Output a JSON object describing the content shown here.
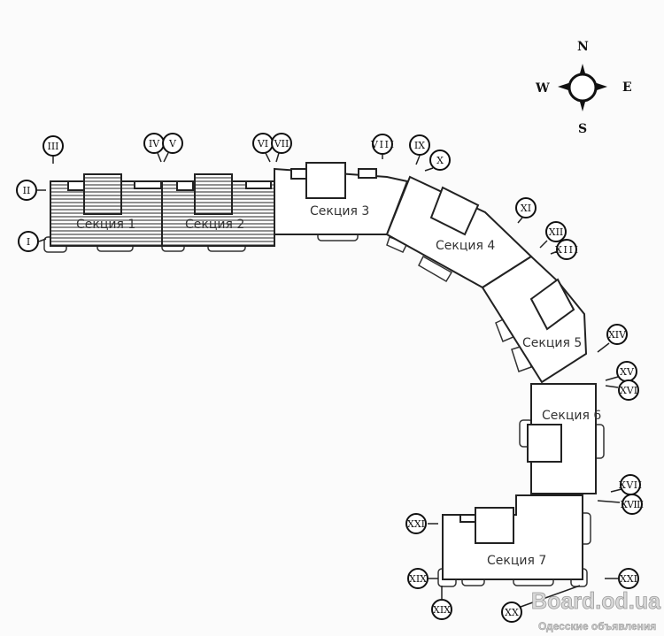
{
  "sections": [
    "Секция 1",
    "Секция 2",
    "Секция 3",
    "Секция 4",
    "Секция 5",
    "Секция 6",
    "Секция 7"
  ],
  "markers": [
    "I",
    "II",
    "III",
    "IV",
    "V",
    "VI",
    "VII",
    "VIII",
    "IX",
    "X",
    "XI",
    "XII",
    "XIII",
    "XIV",
    "XV",
    "XVI",
    "XVII",
    "XVIII",
    "XXI",
    "XIX",
    "XIX",
    "XXI",
    "XX"
  ],
  "compass": {
    "n": "N",
    "e": "E",
    "s": "S",
    "w": "W"
  },
  "watermark": {
    "title": "Board.od.ua",
    "subtitle": "Одесские объявления"
  }
}
